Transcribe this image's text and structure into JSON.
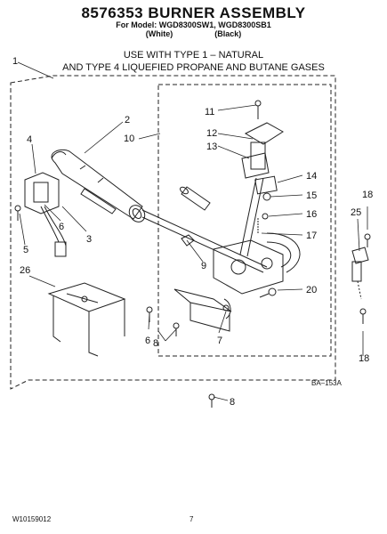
{
  "header": {
    "title": "8576353 BURNER ASSEMBLY",
    "models": "For Model: WGD8300SW1, WGD8300SB1",
    "color_left": "(White)",
    "color_right": "(Black)",
    "use_line1": "USE WITH TYPE 1 –  NATURAL",
    "use_line2": "AND TYPE 4    LIQUEFIED PROPANE AND BUTANE GASES"
  },
  "callouts": {
    "c1": "1",
    "c2": "2",
    "c3": "3",
    "c4": "4",
    "c5": "5",
    "c6a": "6",
    "c6b": "6",
    "c7": "7",
    "c8a": "8",
    "c8b": "8",
    "c9": "9",
    "c10": "10",
    "c11": "11",
    "c12": "12",
    "c13": "13",
    "c14": "14",
    "c15": "15",
    "c16": "16",
    "c17": "17",
    "c18a": "18",
    "c18b": "18",
    "c20": "20",
    "c25": "25",
    "c26": "26"
  },
  "figure_code": "BA–153A",
  "footer": {
    "doc_number": "W10159012",
    "page_number": "7"
  }
}
